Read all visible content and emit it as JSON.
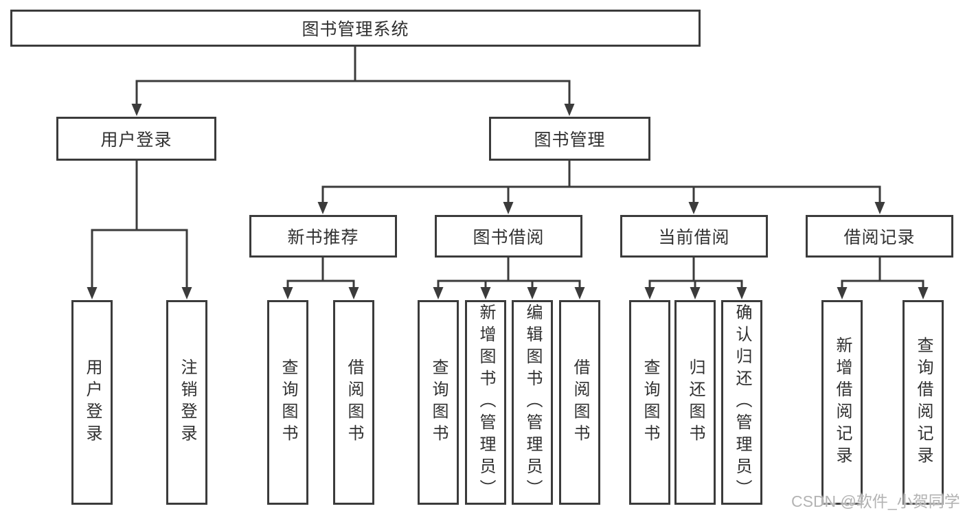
{
  "tree": {
    "root": {
      "label": "图书管理系统"
    },
    "children": [
      {
        "label": "用户登录",
        "children": [
          {
            "label": "用户登录"
          },
          {
            "label": "注销登录"
          }
        ]
      },
      {
        "label": "图书管理",
        "children": [
          {
            "label": "新书推荐",
            "children": [
              {
                "label": "查询图书"
              },
              {
                "label": "借阅图书"
              }
            ]
          },
          {
            "label": "图书借阅",
            "children": [
              {
                "label": "查询图书"
              },
              {
                "label": "新增图书（管理员）"
              },
              {
                "label": "编辑图书（管理员）"
              },
              {
                "label": "借阅图书"
              }
            ]
          },
          {
            "label": "当前借阅",
            "children": [
              {
                "label": "查询图书"
              },
              {
                "label": "归还图书"
              },
              {
                "label": "确认归还（管理员）"
              }
            ]
          },
          {
            "label": "借阅记录",
            "children": [
              {
                "label": "新增借阅记录"
              },
              {
                "label": "查询借阅记录"
              }
            ]
          }
        ]
      }
    ]
  },
  "watermark": {
    "text": "CSDN @软件_小贺同学"
  },
  "colors": {
    "line": "#3b3b3b",
    "text": "#303030",
    "watermark": "#b3b3b3",
    "background": "#ffffff"
  }
}
